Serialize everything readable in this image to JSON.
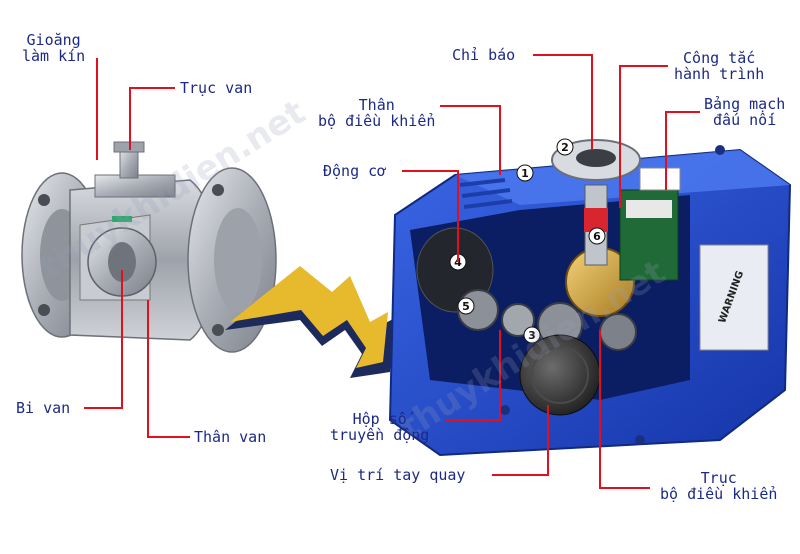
{
  "watermark": "thuykhidien.net",
  "colors": {
    "label_text": "#1c2a86",
    "leader_line": "#e0101e",
    "actuator_blue": "#2346c8",
    "valve_steel": "#b9bcc3"
  },
  "labels": {
    "gioang": "Gioăng\nlàm kín",
    "truc_van": "Trục van",
    "bi_van": "Bi van",
    "than_van": "Thân van",
    "chi_bao": "Chỉ báo",
    "cong_tac": "Công tắc\nhành trình",
    "than_bo_dieu_khien": "Thân\nbộ điều khiển",
    "bang_mach": "Bảng mạch\nđấu nối",
    "dong_co": "Động cơ",
    "hop_so": "Hộp số\ntruyền động",
    "vi_tri_tay_quay": "Vị trí tay quay",
    "truc_bo_dieu_khien": "Trục\nbộ điều khiển"
  },
  "callout_numbers": [
    "1",
    "2",
    "3",
    "4",
    "5",
    "6"
  ],
  "warning_text": "WARNING"
}
